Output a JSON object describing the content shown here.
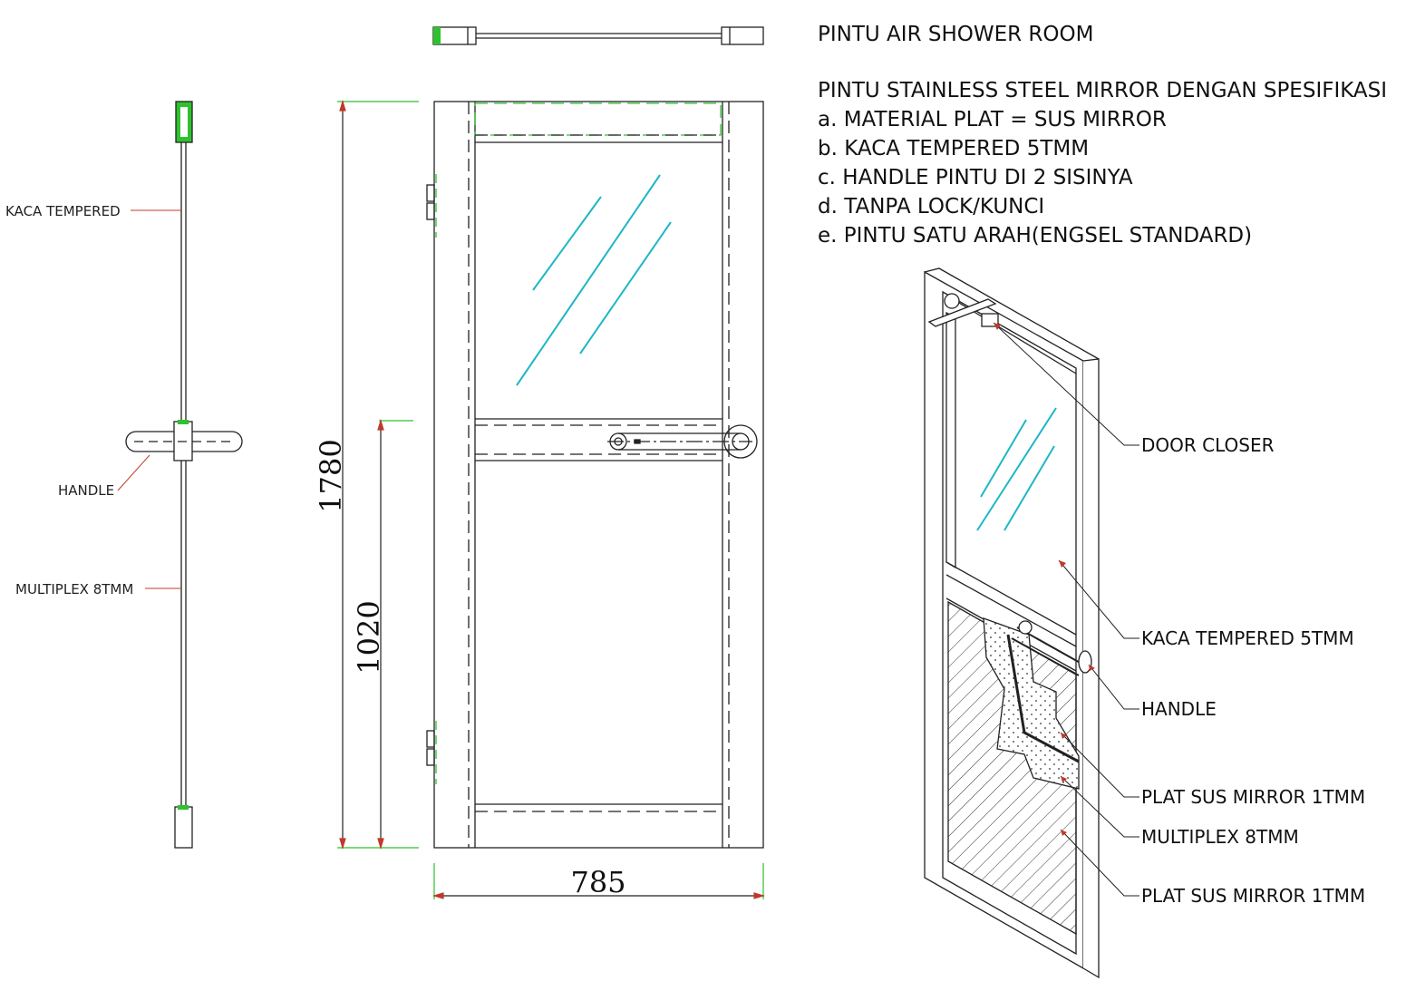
{
  "notes": {
    "title": "PINTU AIR SHOWER ROOM",
    "spec_header": "PINTU  STAINLESS STEEL MIRROR DENGAN SPESIFIKASI",
    "items": [
      "a. MATERIAL PLAT = SUS MIRROR",
      "b. KACA TEMPERED 5TMM",
      "c.  HANDLE PINTU DI 2 SISINYA",
      "d. TANPA LOCK/KUNCI",
      "e.  PINTU SATU ARAH(ENGSEL STANDARD)"
    ]
  },
  "section": {
    "labels": [
      "KACA TEMPERED",
      "HANDLE",
      "MULTIPLEX 8TMM"
    ]
  },
  "dimensions": {
    "height_total": "1780",
    "height_handle": "1020",
    "width": "785"
  },
  "iso": {
    "labels": [
      "DOOR CLOSER",
      "KACA TEMPERED 5TMM",
      "HANDLE",
      "PLAT SUS MIRROR 1TMM",
      "MULTIPLEX 8TMM",
      "PLAT SUS MIRROR 1TMM"
    ]
  },
  "colors": {
    "line": "#222222",
    "green": "#2fc22f",
    "cyan": "#1fb6c6",
    "red": "#c0392b"
  }
}
